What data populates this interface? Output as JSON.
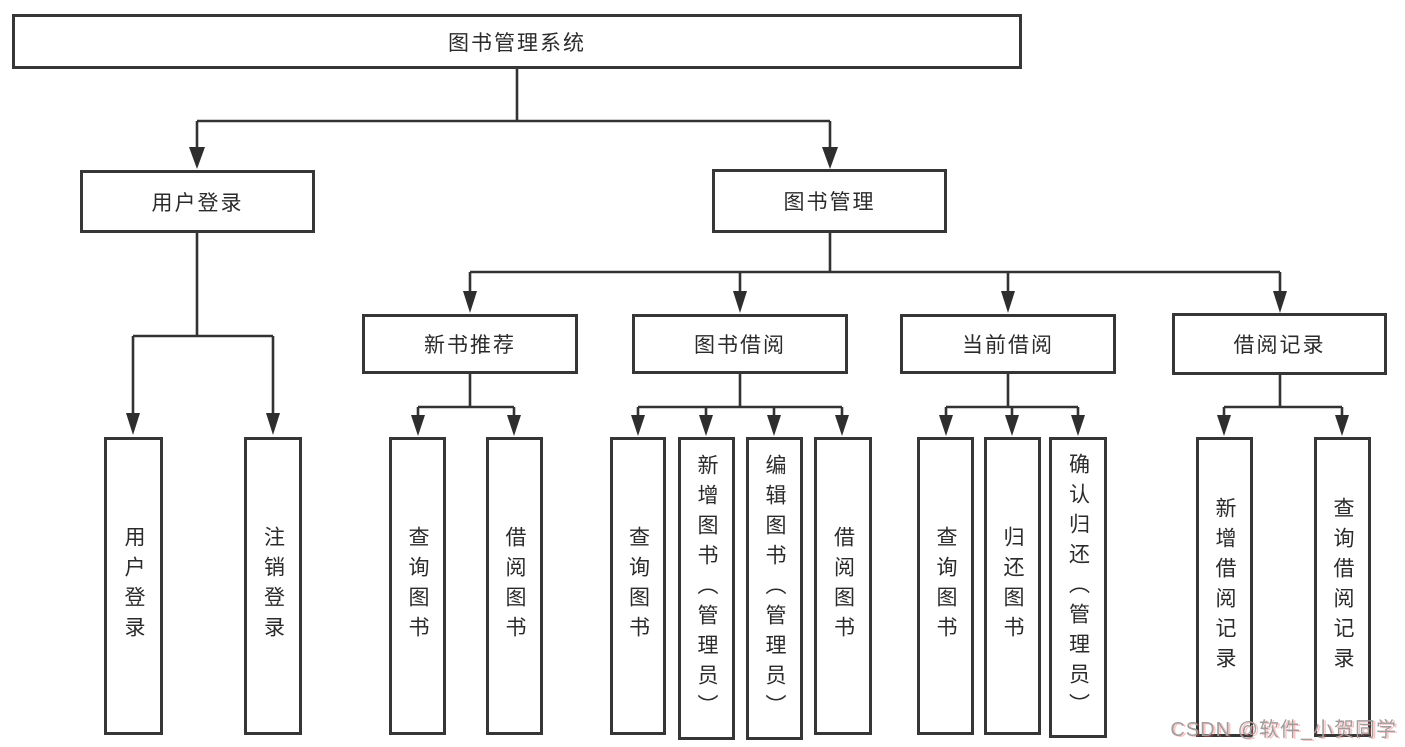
{
  "diagram_title": "图书管理系统",
  "colors": {
    "background": "#ffffff",
    "box_fill": "#ffffff",
    "box_border": "#363636",
    "line": "#333333",
    "text": "#2b2b2b",
    "watermark": "#9e9e9e",
    "watermark_shadow": "#fa5a5a"
  },
  "nodes": {
    "root": "图书管理系统",
    "level1": {
      "user_login": "用户登录",
      "book_mgmt": "图书管理"
    },
    "level2": {
      "new_book_rec": "新书推荐",
      "book_borrow": "图书借阅",
      "current_borrow": "当前借阅",
      "borrow_records": "借阅记录"
    },
    "leaves": {
      "login_user_login": "用户登录",
      "login_logout": "注销登录",
      "rec_query_book": "查询图书",
      "rec_borrow_book": "借阅图书",
      "borrow_query_book": "查询图书",
      "borrow_add_book": "新增图书（管理员）",
      "borrow_edit_book": "编辑图书（管理员）",
      "borrow_borrow_book": "借阅图书",
      "current_query_book": "查询图书",
      "current_return_book": "归还图书",
      "current_confirm_return": "确认归还（管理员）",
      "records_add_record": "新增借阅记录",
      "records_query_record": "查询借阅记录"
    }
  },
  "watermark": "CSDN @软件_小贺同学"
}
